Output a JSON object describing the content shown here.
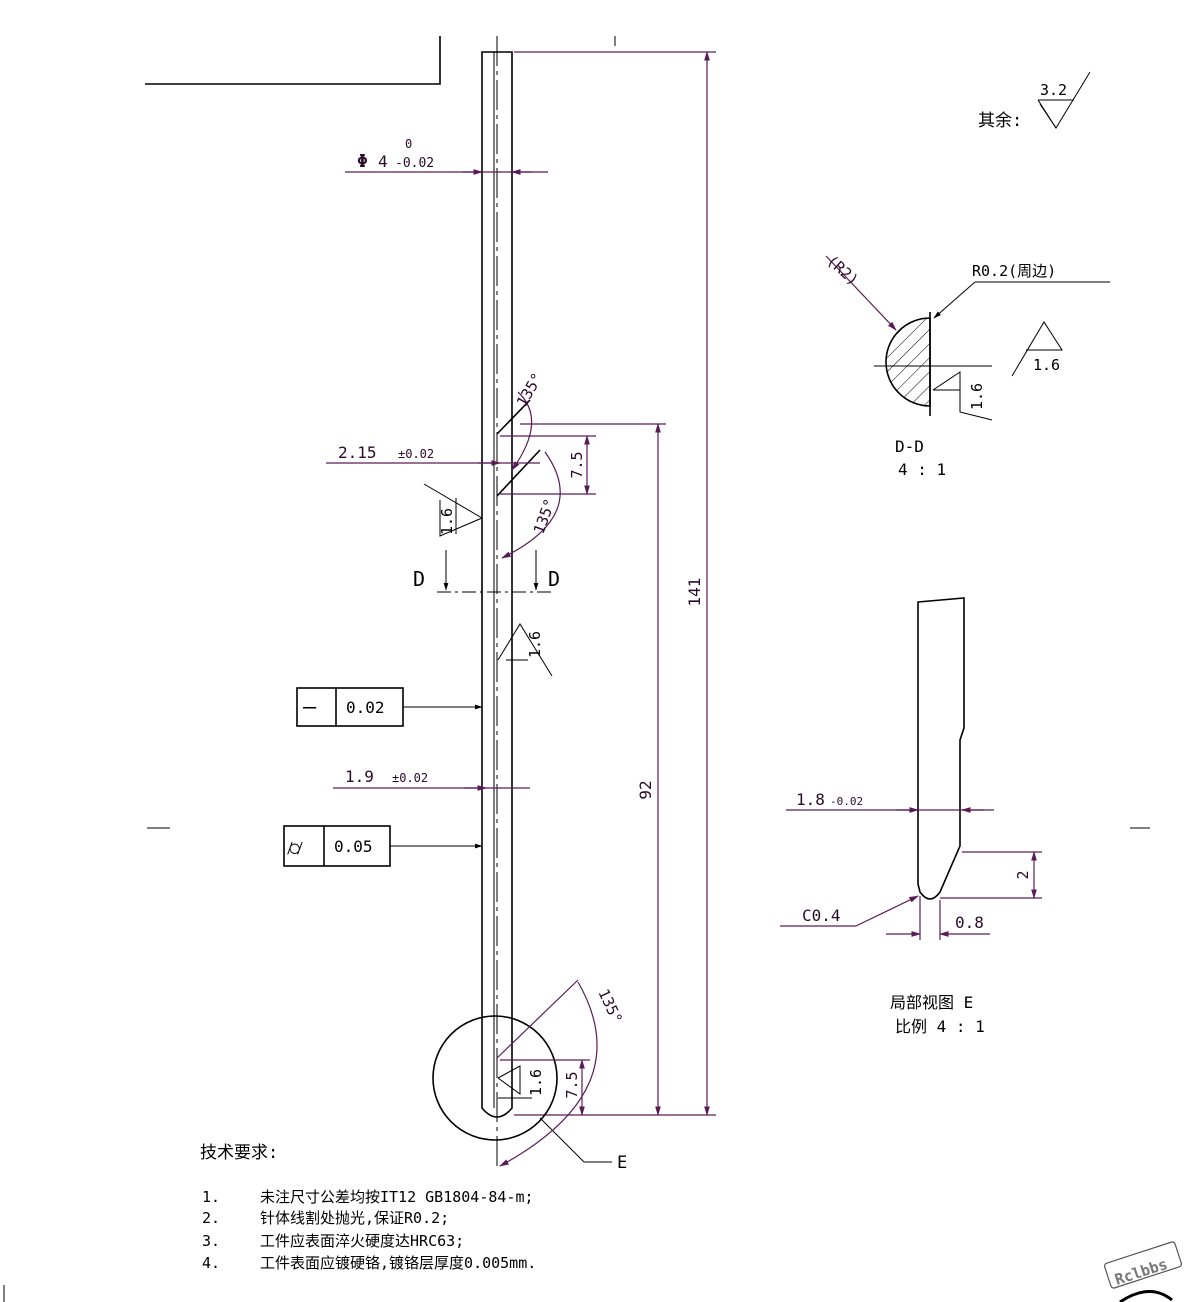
{
  "colors": {
    "dimension": "#5a1a5a",
    "outline": "#000000",
    "background": "#ffffff"
  },
  "roughness_general": {
    "label": "其余:",
    "value": "3.2"
  },
  "dims": {
    "diameter": {
      "symbol": "Φ",
      "nominal": "4",
      "upper": "0",
      "lower": "-0.02"
    },
    "width_215": {
      "value": "2.15",
      "tol": "±0.02"
    },
    "width_19": {
      "value": "1.9",
      "tol": "±0.02"
    },
    "length_141": "141",
    "length_92": "92",
    "chamfer_75_upper": "7.5",
    "chamfer_75_lower": "7.5",
    "angle_135_a": "135°",
    "angle_135_b": "135°",
    "angle_135_c": "135°"
  },
  "roughness_marks": [
    "1.6",
    "1.6",
    "1.6"
  ],
  "section_marks": {
    "left": "D",
    "right": "D"
  },
  "gdt": [
    {
      "symbol": "—",
      "value": "0.02"
    },
    {
      "symbol": "⌭",
      "value": "0.05"
    }
  ],
  "detail_callout": "E",
  "section_view": {
    "radius_label": "(R2)",
    "edge_radius": "R0.2(周边)",
    "roughness_1": "1.6",
    "roughness_2": "1.6",
    "title": "D-D",
    "scale": "4 : 1"
  },
  "detail_view": {
    "width": {
      "value": "1.8",
      "tol": "-0.02"
    },
    "chamfer": "C0.4",
    "height": "2",
    "offset": "0.8",
    "title": "局部视图 E",
    "scale": "比例 4 : 1"
  },
  "tech_requirements": {
    "title": "技术要求:",
    "items": [
      {
        "num": "1.",
        "text": "未注尺寸公差均按IT12 GB1804-84-m;"
      },
      {
        "num": "2.",
        "text": "针体线割处抛光,保证R0.2;"
      },
      {
        "num": "3.",
        "text": "工件应表面淬火硬度达HRC63;"
      },
      {
        "num": "4.",
        "text": "工件表面应镀硬铬,镀铬层厚度0.005mm."
      }
    ]
  },
  "watermark": "Rclbbs"
}
